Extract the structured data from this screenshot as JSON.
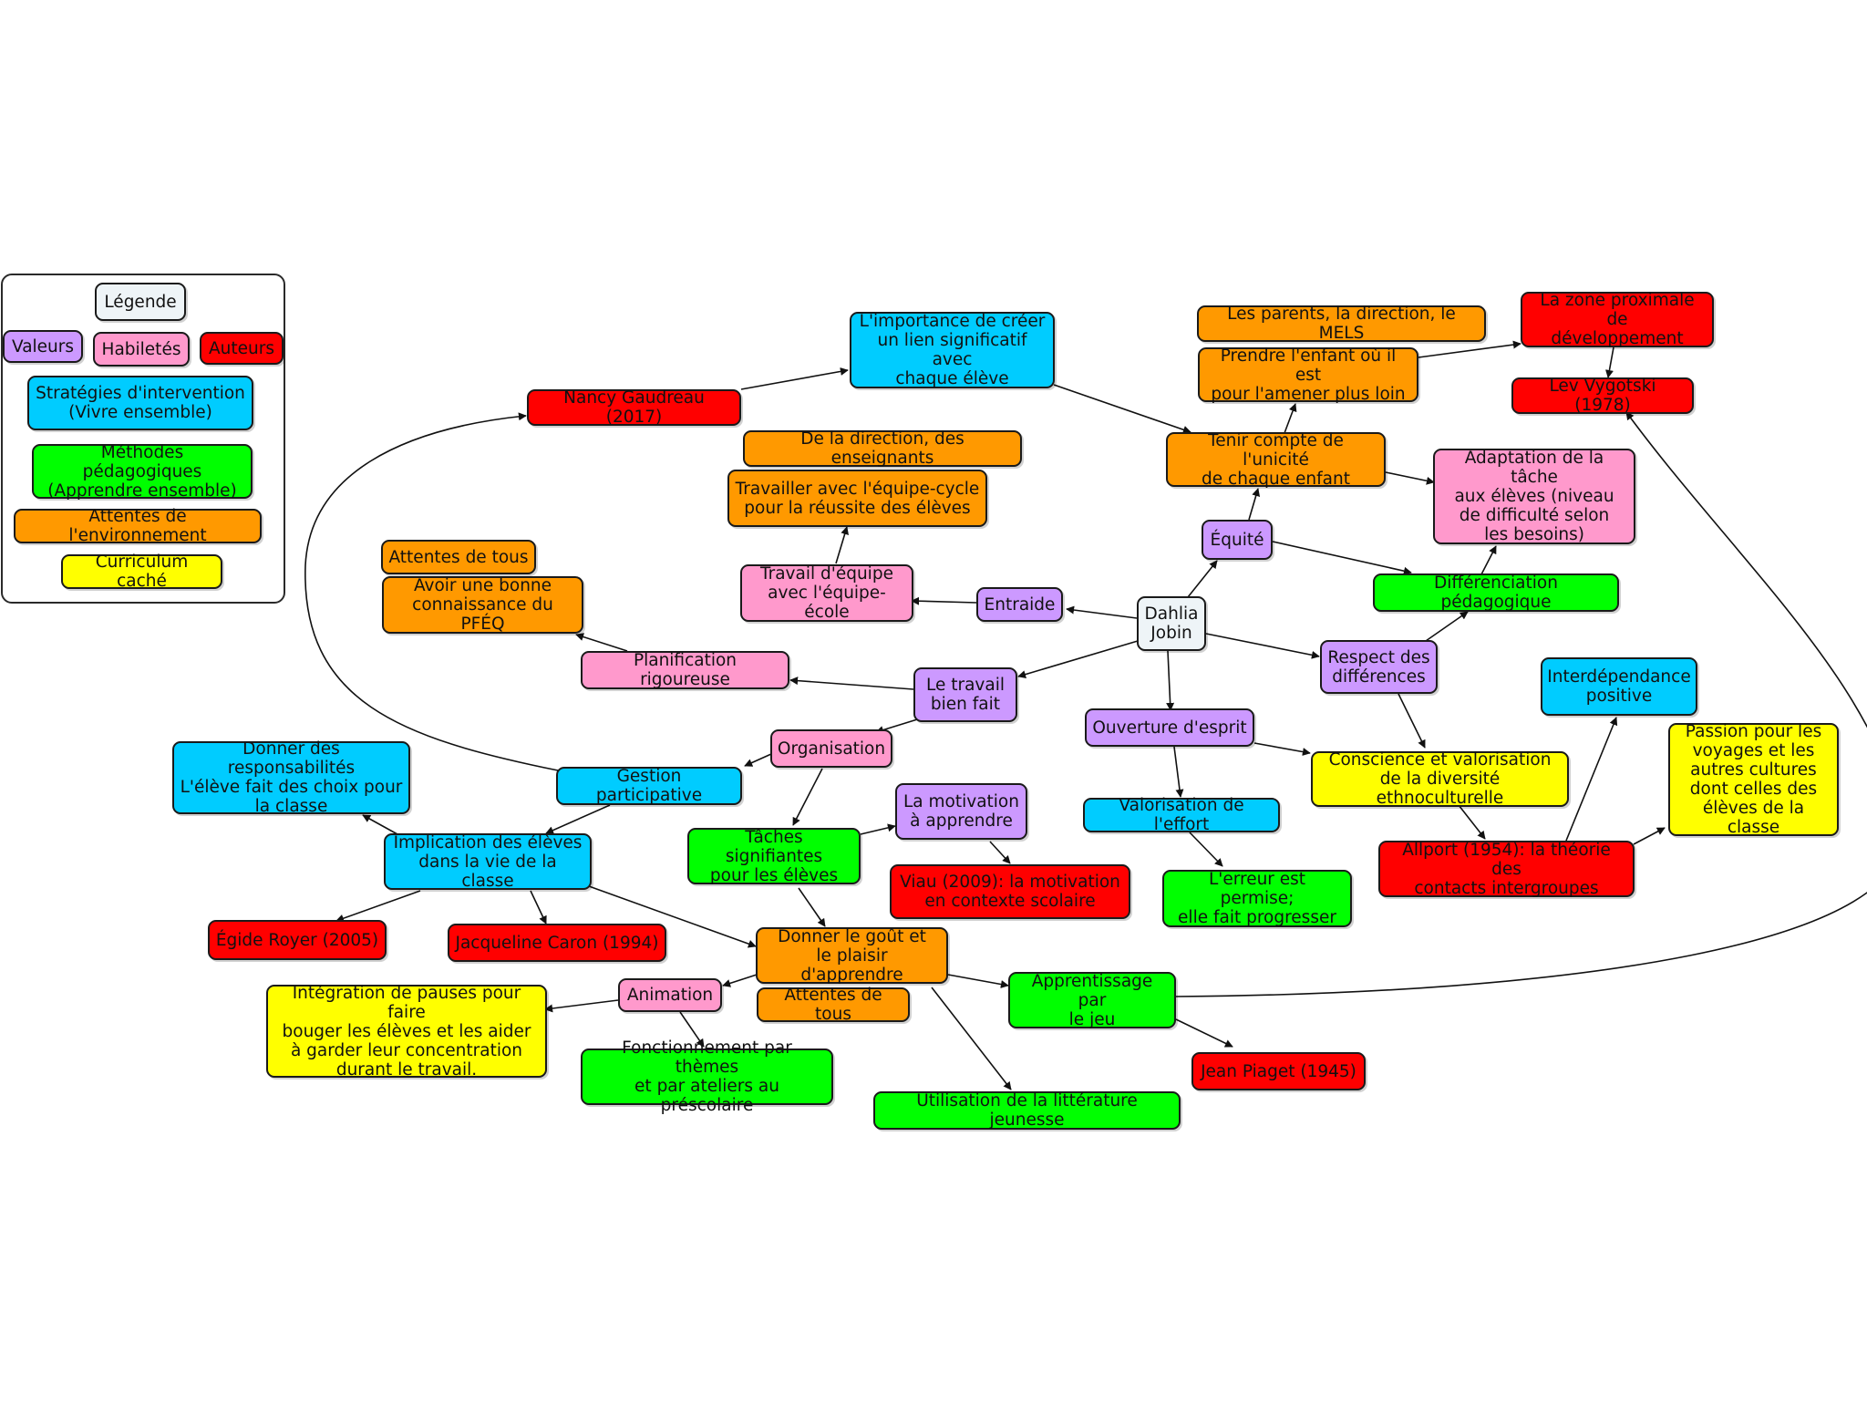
{
  "palette": {
    "white": "#eef4f7",
    "purple": "#cc99ff",
    "pink": "#ff99cc",
    "red": "#ff0000",
    "blue": "#00ccff",
    "green": "#00ff00",
    "orange": "#ff9900",
    "yellow": "#ffff00"
  },
  "legend": {
    "title": "Légende",
    "valeurs": "Valeurs",
    "habiletes": "Habiletés",
    "auteurs": "Auteurs",
    "strategies": "Stratégies d'intervention\n(Vivre ensemble)",
    "methodes": "Méthodes pédagogiques\n(Apprendre ensemble)",
    "attentes": "Attentes de l'environnement",
    "curriculum": "Curriculum caché"
  },
  "nodes": {
    "center": "Dahlia\nJobin",
    "equite": "Équité",
    "entraide": "Entraide",
    "respect": "Respect des\ndifférences",
    "travail_bien_fait": "Le travail\nbien fait",
    "ouverture": "Ouverture d'esprit",
    "motivation": "La motivation\nà apprendre",
    "tenir_compte": "Tenir compte de l'unicité\nde chaque enfant",
    "prendre_enfant": "Prendre l'enfant où il est\npour l'amener plus loin",
    "parents": "Les parents, la direction, le MELS",
    "zone_proximale": "La zone proximale de\ndéveloppement",
    "vygotski": "Lev Vygotski (1978)",
    "importance_lien": "L'importance de créer\nun lien significatif avec\nchaque élève",
    "gaudreau": "Nancy Gaudreau (2017)",
    "adaptation": "Adaptation de la tâche\naux élèves (niveau\nde difficulté selon\nles besoins)",
    "differenciation": "Différenciation pédagogique",
    "direction_enseignants": "De la direction, des enseignants",
    "equipe_cycle": "Travailler avec l'équipe-cycle\npour la réussite des élèves",
    "travail_equipe": "Travail d'équipe\navec l'équipe-école",
    "attentes_tous_1": "Attentes de tous",
    "pfeq": "Avoir une bonne\nconnaissance du PFÉQ",
    "planification": "Planification rigoureuse",
    "organisation": "Organisation",
    "gestion_participative": "Gestion participative",
    "responsabilites": "Donner des responsabilités\nL'élève fait des choix pour\nla classe",
    "implication": "Implication des élèves\ndans la vie de la classe",
    "royer": "Égide Royer (2005)",
    "caron": "Jacqueline Caron (1994)",
    "taches": "Tâches signifiantes\npour les élèves",
    "viau": "Viau (2009): la motivation\nen contexte scolaire",
    "donner_gout": "Donner le goût et\nle plaisir d'apprendre",
    "attentes_tous_2": "Attentes de tous",
    "animation": "Animation",
    "pauses": "Intégration de pauses pour faire\nbouger les élèves et les aider\nà garder leur concentration\ndurant le travail.",
    "fonctionnement": "Fonctionnement par thèmes\net par ateliers au préscolaire",
    "litterature": "Utilisation de la littérature jeunesse",
    "apprentissage_jeu": "Apprentissage par\nle jeu",
    "piaget": "Jean Piaget (1945)",
    "valorisation_effort": "Valorisation de l'effort",
    "erreur": "L'erreur est permise;\nelle fait progresser",
    "conscience": "Conscience et valorisation\nde la diversité ethnoculturelle",
    "allport": "Allport (1954): la théorie des\ncontacts intergroupes",
    "interdependance": "Interdépendance\npositive",
    "passion": "Passion pour les\nvoyages et les\nautres cultures\ndont celles des\nélèves de la classe"
  }
}
